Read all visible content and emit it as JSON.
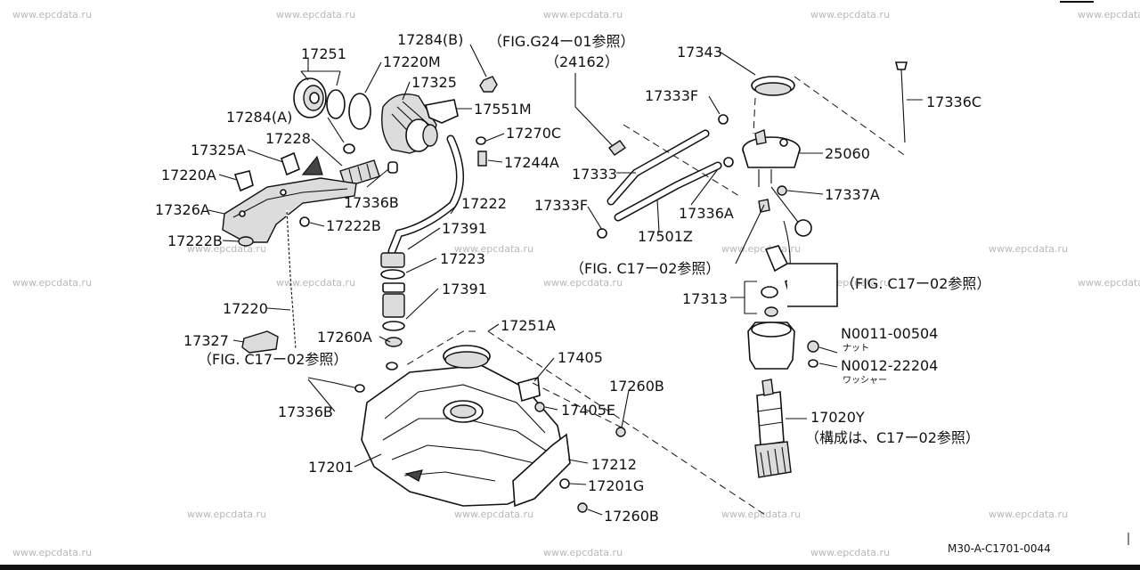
{
  "watermark": "www.epcdata.ru",
  "diagram_code": "M30-A-C1701-0044",
  "labels": {
    "p17251": "17251",
    "p17220M": "17220M",
    "p17284B": "17284(B)",
    "ref_g24": "（FIG.G24ー01参照）",
    "p24162": "（24162）",
    "p17325": "17325",
    "p17551M": "17551M",
    "p17284A": "17284(A)",
    "p17270C": "17270C",
    "p17228": "17228",
    "p17325A": "17325A",
    "p17244A": "17244A",
    "p17220A": "17220A",
    "p17336B_top": "17336B",
    "p17222": "17222",
    "p17326A": "17326A",
    "p17222B_1": "17222B",
    "p17222B_2": "17222B",
    "p17391_1": "17391",
    "p17223": "17223",
    "p17391_2": "17391",
    "p17220": "17220",
    "p17327": "17327",
    "p17260A": "17260A",
    "ref_c17_left": "（FIG. C17ー02参照）",
    "p17251A": "17251A",
    "p17405": "17405",
    "p17260B_1": "17260B",
    "p17405E": "17405E",
    "p17336B_low": "17336B",
    "p17212": "17212",
    "p17201": "17201",
    "p17201G": "17201G",
    "p17260B_2": "17260B",
    "p17343": "17343",
    "p17333F_1": "17333F",
    "p17336C": "17336C",
    "p25060": "25060",
    "p17333": "17333",
    "p17337A": "17337A",
    "p17333F_2": "17333F",
    "p17336A": "17336A",
    "p17501Z": "17501Z",
    "ref_c17_mid": "（FIG. C17ー02参照）",
    "ref_c17_right": "（FIG. C17ー02参照）",
    "p17313": "17313",
    "n0011": "N0011-00504",
    "n0011_sub": "ナット",
    "n0012": "N0012-22204",
    "n0012_sub": "ワッシャー",
    "p17020Y": "17020Y",
    "ref_kousei": "（構成は、C17ー02参照）"
  }
}
